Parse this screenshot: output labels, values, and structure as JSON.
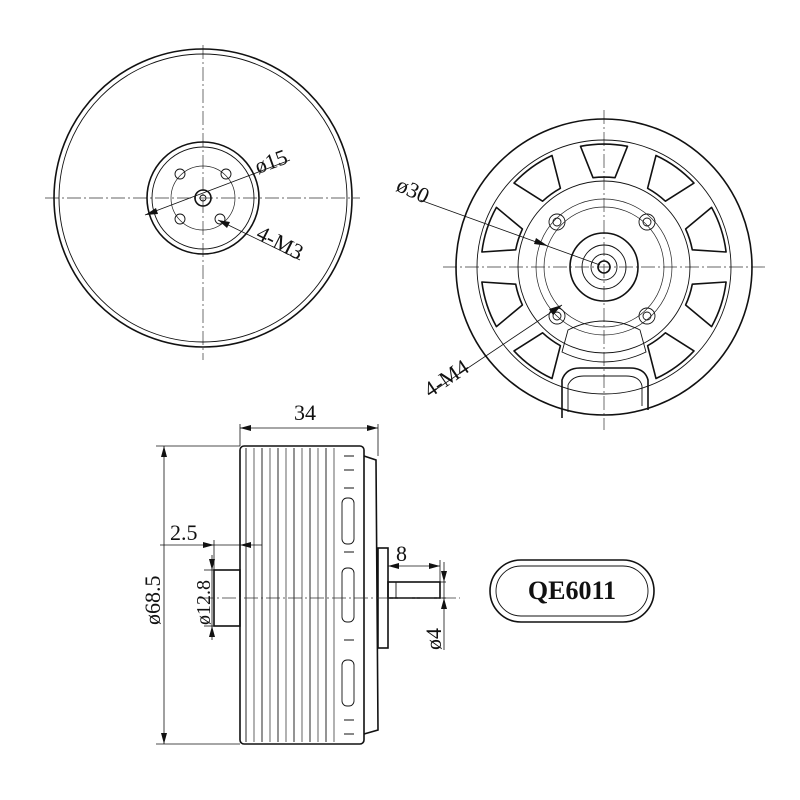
{
  "model": {
    "name": "QE6011"
  },
  "front_view": {
    "hole_circle_label": "ø15",
    "thread_label": "4-M3"
  },
  "rear_view": {
    "hole_circle_label": "ø30",
    "thread_label": "4-M4"
  },
  "side_view": {
    "length_label": "34",
    "flange_label": "2.5",
    "diameter_label": "ø68.5",
    "boss_diameter_label": "ø12.8",
    "shaft_length_label": "8",
    "shaft_diameter_label": "ø4"
  }
}
